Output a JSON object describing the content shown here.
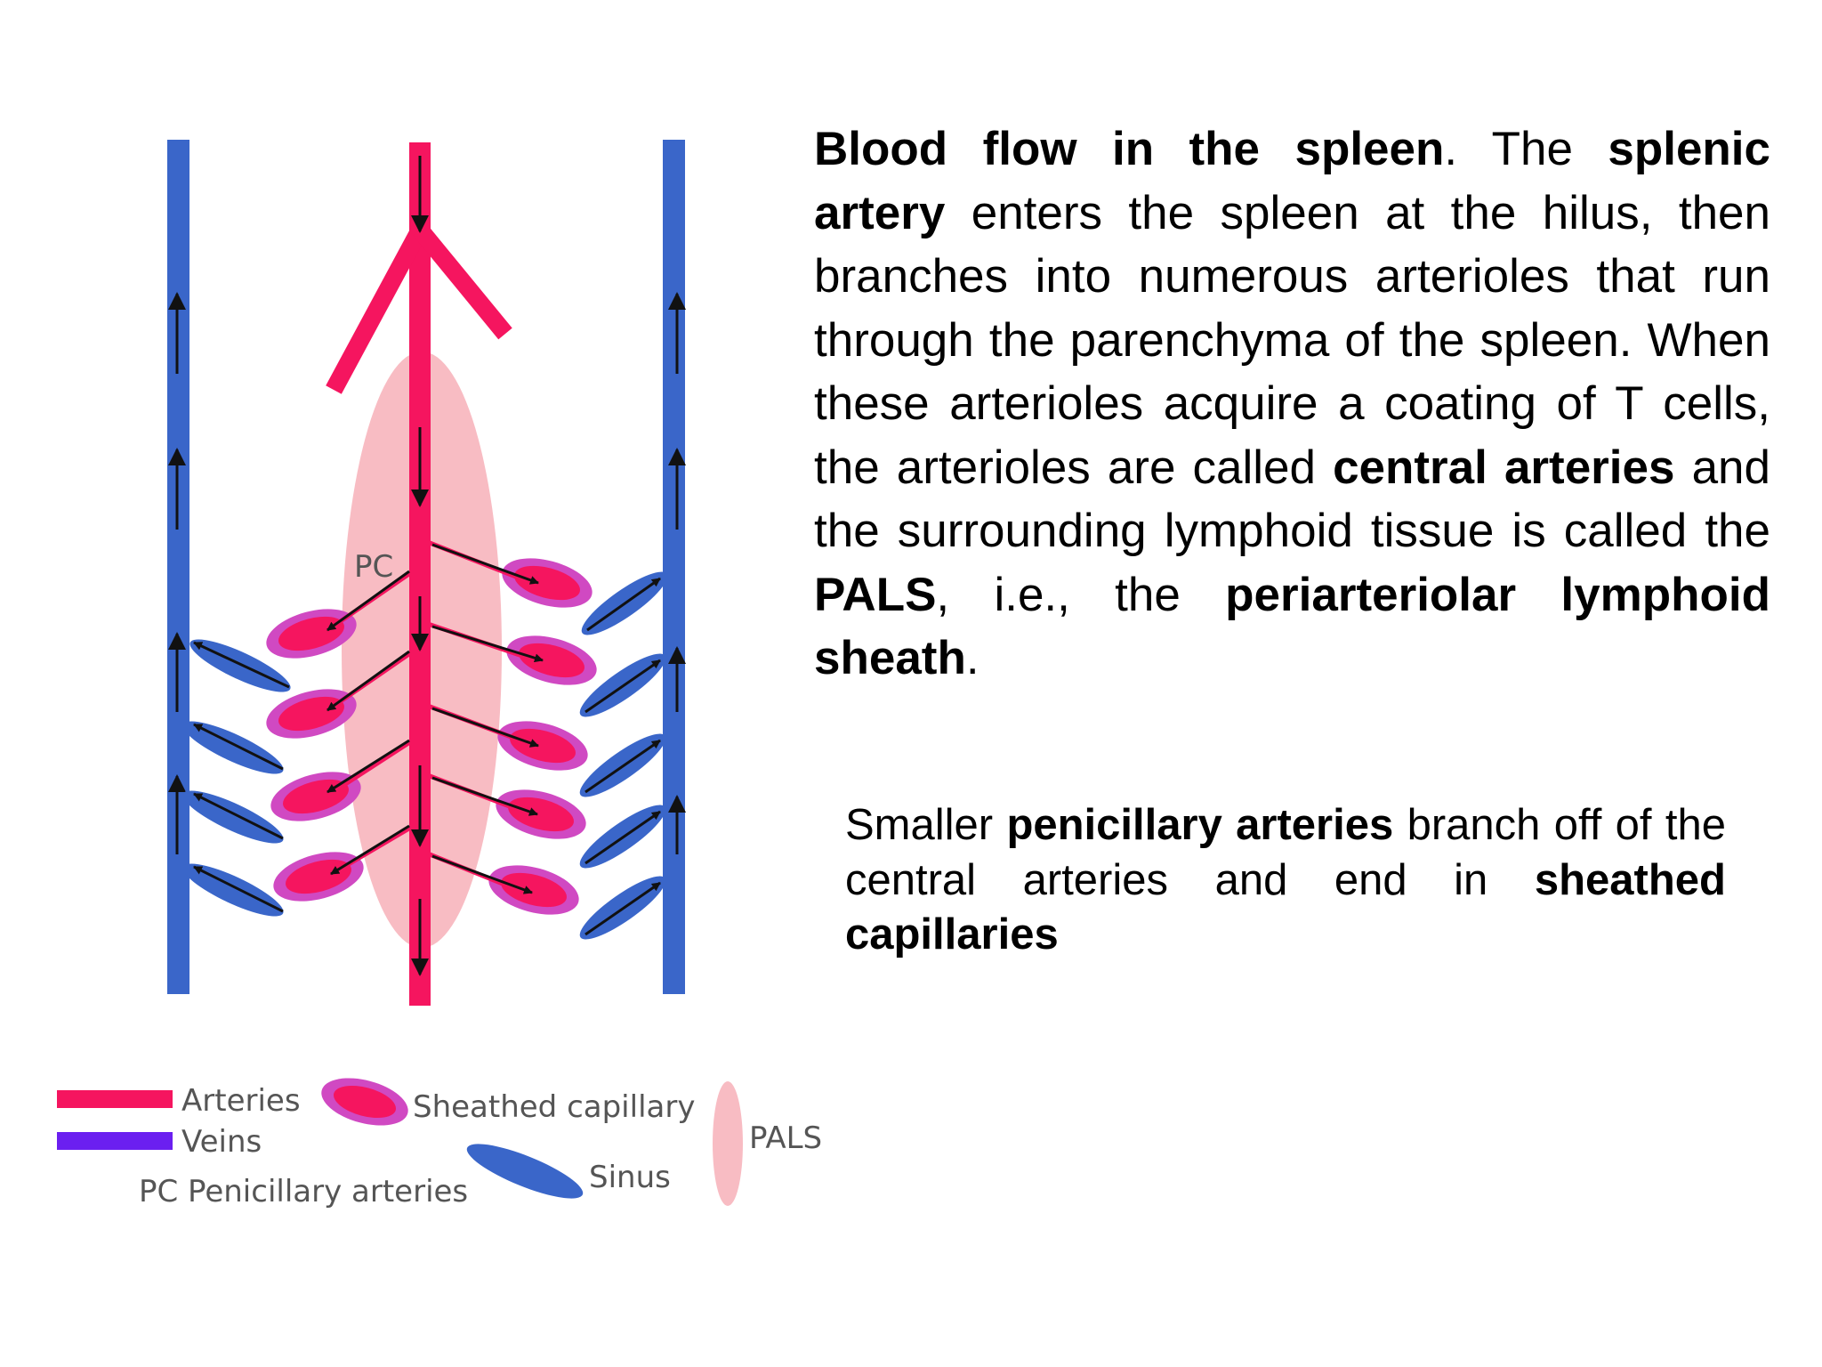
{
  "colors": {
    "artery": "#f5155f",
    "vein": "#3a66c9",
    "vein_legend": "#6b1ff0",
    "pals": "#f8bcc3",
    "sheath_outer": "#d049c2",
    "sheath_inner": "#f5155f",
    "sinus": "#3a66c9",
    "arrow": "#111111"
  },
  "diagram": {
    "pc_label": "PC"
  },
  "legend": {
    "arteries": "Arteries",
    "veins": "Veins",
    "sheathed_capillary": "Sheathed capillary",
    "pc_penicillary": "PC Penicillary arteries",
    "sinus": "Sinus",
    "pals": "PALS"
  },
  "para1": {
    "s1_bold": "Blood flow in the spleen",
    "s1_dot": ".",
    "s2_a": "  The ",
    "s2_bold_splenic": "splenic artery",
    "s2_b": " enters the spleen at the hilus, then branches into numerous arterioles that run through the parenchyma of the spleen.  When these arterioles acquire a coating of T cells, the arterioles are called ",
    "s2_bold_central": "central arteries",
    "s2_c": " and the surrounding lymphoid tissue is called the ",
    "s2_bold_pals": "PALS",
    "s2_d": ", i.e., the ",
    "s2_bold_peri": "periarteriolar lymphoid sheath",
    "s2_e": "."
  },
  "para2": {
    "a": "Smaller ",
    "bold_penicillary": "penicillary arteries",
    "b": " branch off of the central arteries and end in ",
    "bold_sheathed": "sheathed capillaries"
  }
}
